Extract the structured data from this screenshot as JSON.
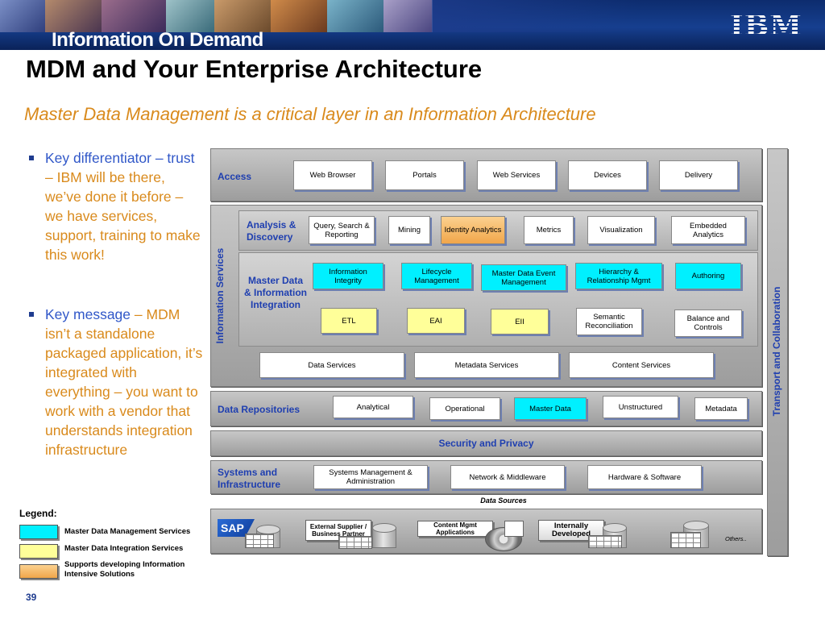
{
  "banner": {
    "title": "Information On Demand",
    "brand_logo": "IBM",
    "photo_strip": [
      "photo-collage-1",
      "photo-collage-2",
      "photo-collage-3",
      "photo-collage-4",
      "photo-collage-5",
      "photo-collage-6",
      "photo-collage-7",
      "photo-collage-8"
    ]
  },
  "slide": {
    "title": "MDM and Your Enterprise Architecture",
    "subtitle": "Master Data Management is a critical layer in an Information Architecture",
    "page_number": "39"
  },
  "bullets": [
    {
      "highlight": "Key differentiator – trust",
      "rest": " – IBM will be there, we’ve done it before – we have services, support, training to make this work!"
    },
    {
      "highlight": "Key message",
      "rest": " – MDM isn’t a standalone packaged application, it’s integrated with everything – you want to work with a vendor that understands integration infrastructure"
    }
  ],
  "legend": {
    "title": "Legend:",
    "items": [
      {
        "label": "Master Data Management Services",
        "color": "#00f0ff"
      },
      {
        "label": "Master Data Integration Services",
        "color": "#ffff99"
      },
      {
        "label": "Supports developing Information Intensive Solutions",
        "color": "#f5b35e"
      }
    ]
  },
  "architecture": {
    "access": {
      "label": "Access",
      "boxes": [
        "Web Browser",
        "Portals",
        "Web Services",
        "Devices",
        "Delivery"
      ]
    },
    "information_services_label": "Information Services",
    "analysis": {
      "label": "Analysis & Discovery",
      "boxes": [
        "Query, Search & Reporting",
        "Mining",
        "Identity Analytics",
        "Metrics",
        "Visualization",
        "Embedded Analytics"
      ]
    },
    "master_data": {
      "label": "Master Data & Information Integration",
      "row1": [
        "Information Integrity",
        "Lifecycle Management",
        "Master Data Event Management",
        "Hierarchy & Relationship Mgmt",
        "Authoring"
      ],
      "row2": [
        "ETL",
        "EAI",
        "EII",
        "Semantic Reconciliation",
        "Balance and Controls"
      ]
    },
    "services_row": [
      "Data Services",
      "Metadata Services",
      "Content Services"
    ],
    "repositories": {
      "label": "Data Repositories",
      "boxes": [
        "Analytical",
        "Operational",
        "Master Data",
        "Unstructured",
        "Metadata"
      ]
    },
    "security": "Security and Privacy",
    "systems": {
      "label": "Systems and Infrastructure",
      "boxes": [
        "Systems Management & Administration",
        "Network & Middleware",
        "Hardware & Software"
      ]
    },
    "data_sources": {
      "label": "Data Sources",
      "sap": "SAP",
      "external": "External Supplier / Business Partner",
      "content": "Content Mgmt Applications",
      "internal": "Internally Developed",
      "others": "Others.."
    },
    "transport": "Transport and Collaboration"
  },
  "colors": {
    "mdm_services": "#00f0ff",
    "integration_services": "#ffff99",
    "solutions": "#f5b35e",
    "label_blue": "#1f3fb0",
    "subtitle_orange": "#d98a1c"
  }
}
